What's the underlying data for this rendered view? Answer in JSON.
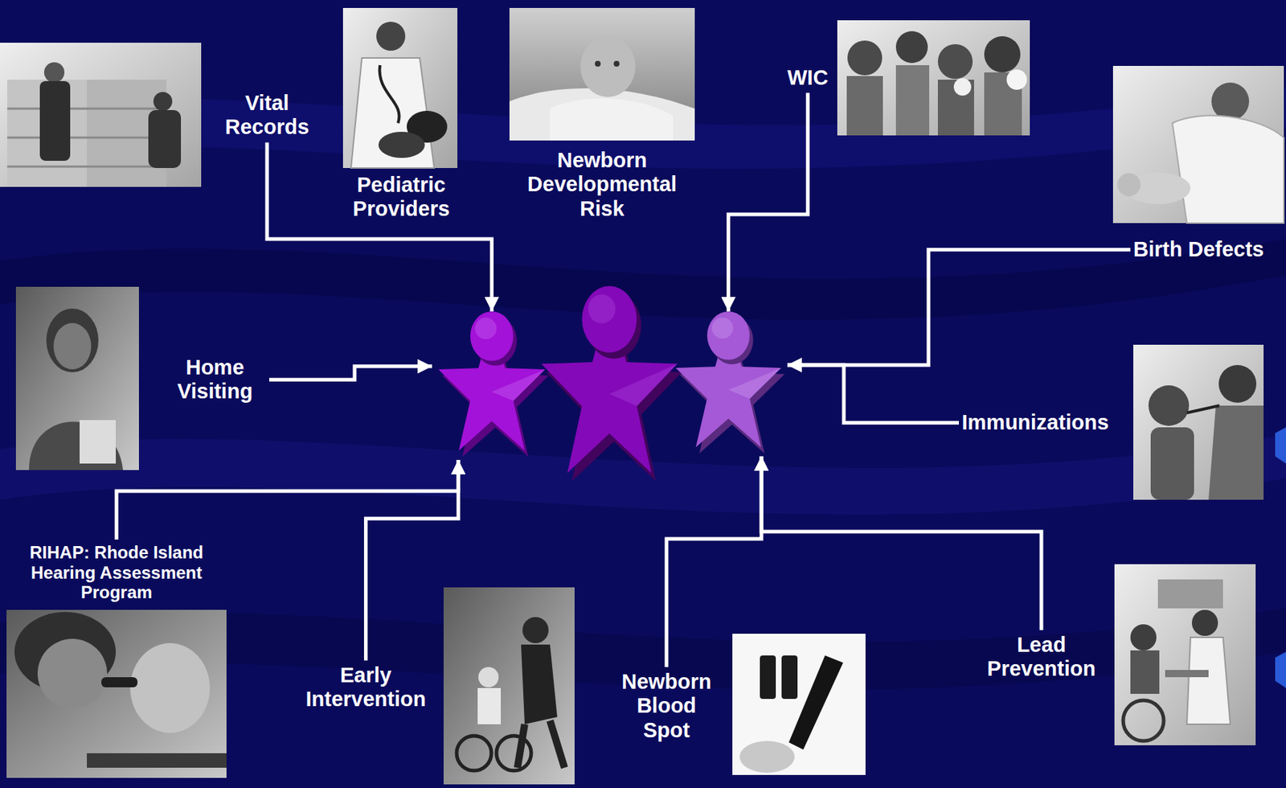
{
  "diagram": {
    "nodes": [
      {
        "text": [
          "Vital Records"
        ]
      },
      {
        "text": [
          "Pediatric Providers"
        ]
      },
      {
        "text": [
          "Newborn Developmental Risk"
        ]
      },
      {
        "text": [
          "WIC"
        ]
      },
      {
        "text": [
          "Birth Defects"
        ]
      },
      {
        "text": [
          "Home Visiting"
        ]
      },
      {
        "text": []
      },
      {
        "text": []
      },
      {
        "text": []
      },
      {
        "text": [
          "Immunizations"
        ]
      },
      {
        "text": [
          "RIHAP: Rhode Island Hearing Assessment Program"
        ]
      },
      {
        "text": [
          "Early Intervention"
        ]
      },
      {
        "text": [
          "Newborn Blood Spot"
        ]
      },
      {
        "text": [
          "Lead Prevention"
        ]
      }
    ],
    "edges": [
      {
        "from": 0,
        "to": 6,
        "arrow": "to"
      },
      {
        "from": 3,
        "to": 8,
        "arrow": "to"
      },
      {
        "from": 4,
        "to": 8,
        "arrow": "to"
      },
      {
        "from": 9,
        "to": 8,
        "arrow": "to"
      },
      {
        "from": 5,
        "to": 6,
        "arrow": "to"
      },
      {
        "from": 10,
        "to": 6,
        "arrow": "to"
      },
      {
        "from": 11,
        "to": 6,
        "arrow": "to"
      },
      {
        "from": 12,
        "to": 8,
        "arrow": "to"
      },
      {
        "from": 13,
        "to": 8,
        "arrow": "to"
      }
    ]
  }
}
